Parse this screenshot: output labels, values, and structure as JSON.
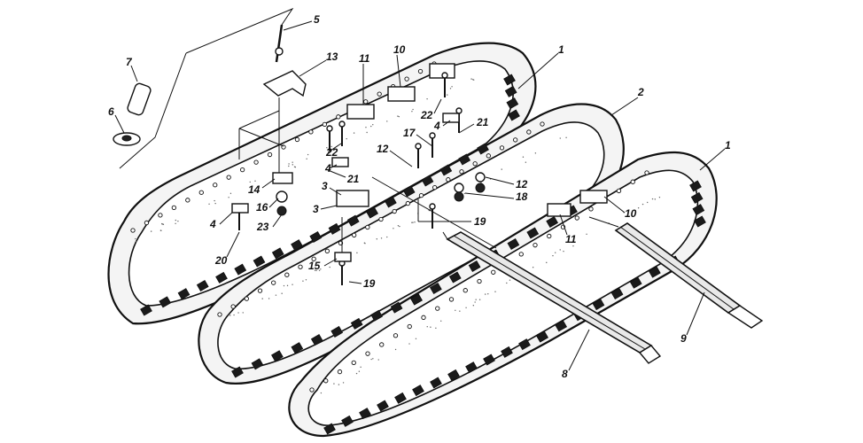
{
  "callouts": [
    {
      "id": "c1a",
      "label": "1"
    },
    {
      "id": "c1b",
      "label": "1"
    },
    {
      "id": "c2",
      "label": "2"
    },
    {
      "id": "c3a",
      "label": "3"
    },
    {
      "id": "c3b",
      "label": "3"
    },
    {
      "id": "c4a",
      "label": "4"
    },
    {
      "id": "c4b",
      "label": "4"
    },
    {
      "id": "c4c",
      "label": "4"
    },
    {
      "id": "c5",
      "label": "5"
    },
    {
      "id": "c6",
      "label": "6"
    },
    {
      "id": "c7",
      "label": "7"
    },
    {
      "id": "c8",
      "label": "8"
    },
    {
      "id": "c9",
      "label": "9"
    },
    {
      "id": "c10a",
      "label": "10"
    },
    {
      "id": "c10b",
      "label": "10"
    },
    {
      "id": "c11a",
      "label": "11"
    },
    {
      "id": "c11b",
      "label": "11"
    },
    {
      "id": "c12a",
      "label": "12"
    },
    {
      "id": "c12b",
      "label": "12"
    },
    {
      "id": "c13",
      "label": "13"
    },
    {
      "id": "c14",
      "label": "14"
    },
    {
      "id": "c15",
      "label": "15"
    },
    {
      "id": "c16",
      "label": "16"
    },
    {
      "id": "c17",
      "label": "17"
    },
    {
      "id": "c18",
      "label": "18"
    },
    {
      "id": "c19a",
      "label": "19"
    },
    {
      "id": "c19b",
      "label": "19"
    },
    {
      "id": "c20",
      "label": "20"
    },
    {
      "id": "c21a",
      "label": "21"
    },
    {
      "id": "c21b",
      "label": "21"
    },
    {
      "id": "c22a",
      "label": "22"
    },
    {
      "id": "c22b",
      "label": "22"
    },
    {
      "id": "c23",
      "label": "23"
    }
  ]
}
